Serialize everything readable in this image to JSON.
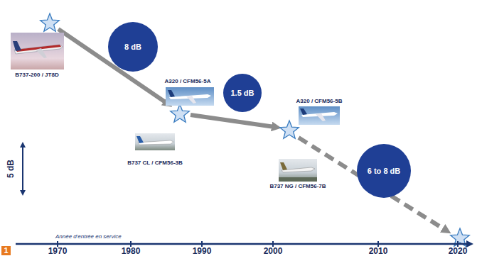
{
  "diagram": {
    "nodes": [
      {
        "text": [
          "8 dB"
        ]
      },
      {
        "text": [
          "1.5 dB"
        ]
      },
      {
        "text": [
          "6 to 8 dB"
        ]
      }
    ],
    "labels": [
      "B737-200 / JT8D",
      "A320 / CFM56-5A",
      "B737 CL / CFM56-3B",
      "A320 / CFM56-5B",
      "B737 NG / CFM56-7B",
      "5 dB",
      "Année d'entrée en service",
      "1970",
      "1980",
      "1990",
      "2000",
      "2010",
      "2020",
      "1"
    ]
  }
}
